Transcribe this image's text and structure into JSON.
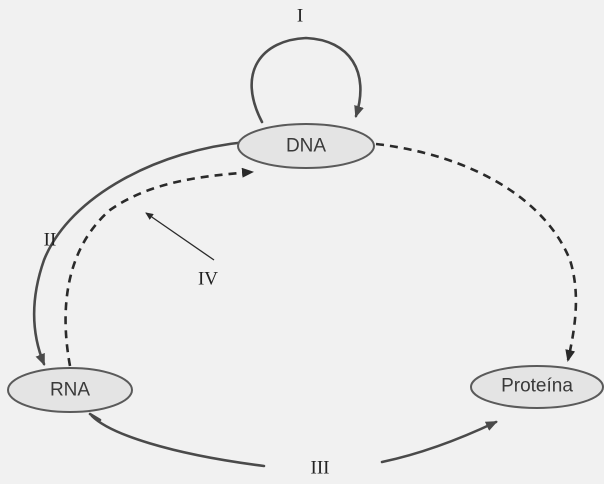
{
  "nodes": {
    "dna": "DNA",
    "rna": "RNA",
    "protein": "Proteína"
  },
  "labels": {
    "replication": "I",
    "transcription": "II",
    "translation": "III",
    "reverse_transcription": "IV"
  },
  "colors": {
    "background": "#f1f1f1",
    "node_fill": "#e4e4e4",
    "line": "#4a4a4a"
  }
}
